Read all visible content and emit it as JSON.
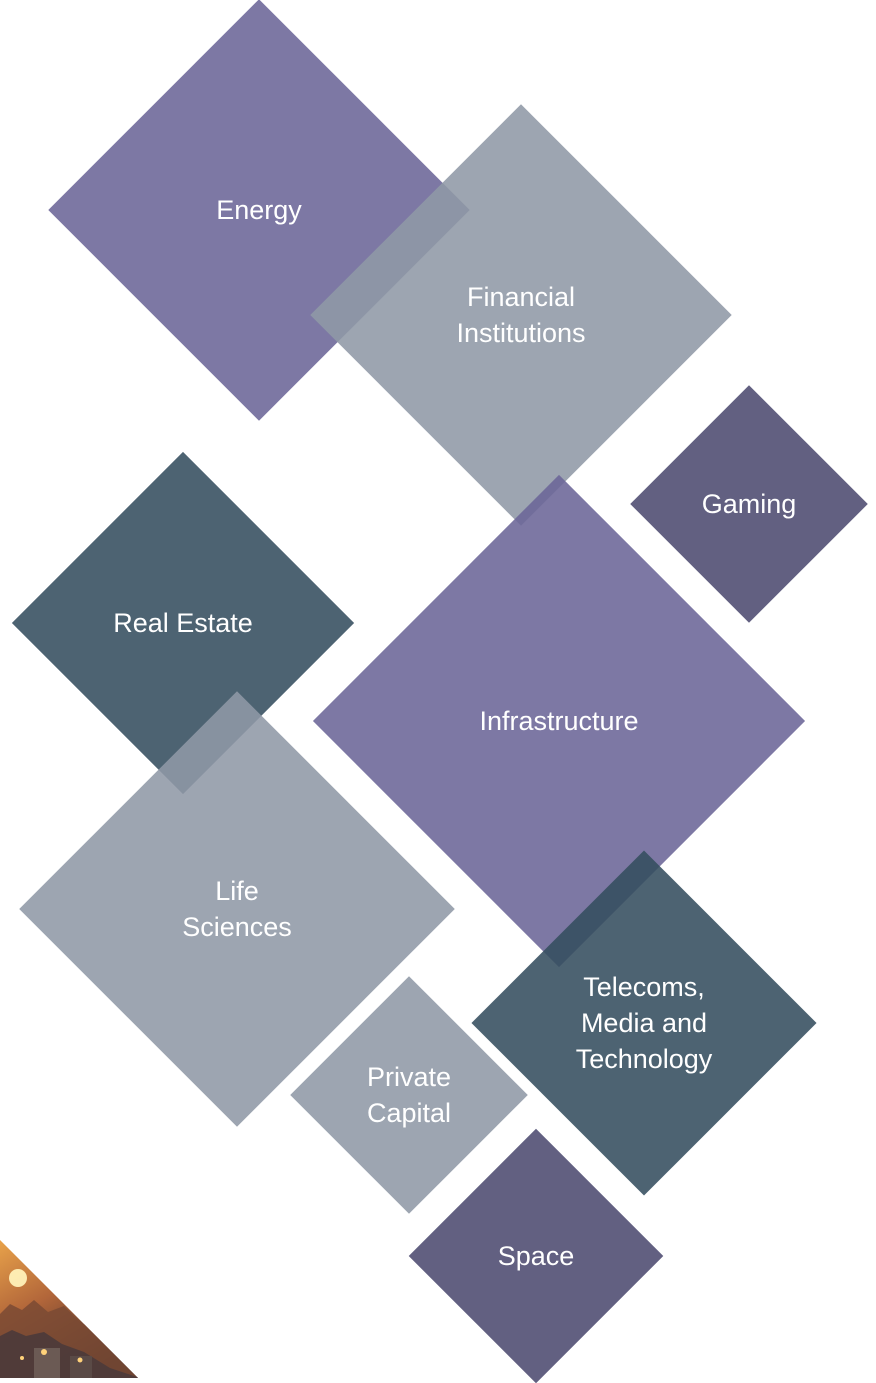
{
  "sectors": [
    {
      "id": "energy",
      "label": "Energy",
      "color": "#6b6597"
    },
    {
      "id": "financial-institutions",
      "label": "Financial\nInstitutions",
      "color": "#8f99a6"
    },
    {
      "id": "gaming",
      "label": "Gaming",
      "color": "#4c4a70"
    },
    {
      "id": "real-estate",
      "label": "Real Estate",
      "color": "#344d5f"
    },
    {
      "id": "infrastructure",
      "label": "Infrastructure",
      "color": "#6b6597"
    },
    {
      "id": "life-sciences",
      "label": "Life\nSciences",
      "color": "#8f99a6"
    },
    {
      "id": "telecoms-media-technology",
      "label": "Telecoms,\nMedia and\nTechnology",
      "color": "#344d5f"
    },
    {
      "id": "private-capital",
      "label": "Private\nCapital",
      "color": "#8f99a6"
    },
    {
      "id": "space",
      "label": "Space",
      "color": "#4c4a70"
    }
  ]
}
